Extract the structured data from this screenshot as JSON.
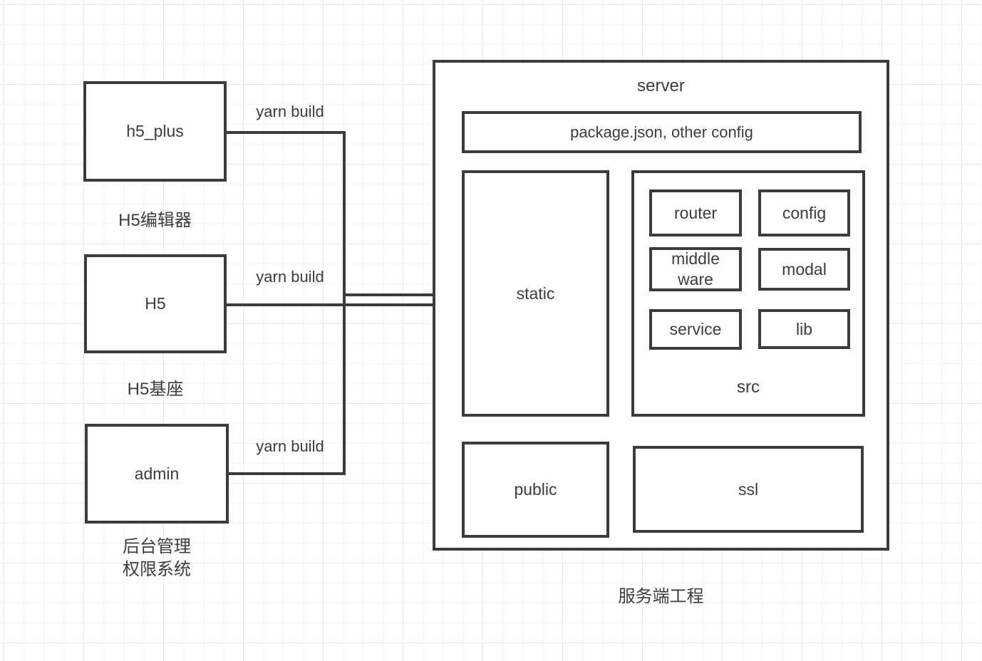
{
  "diagram": {
    "clients": [
      {
        "label": "h5_plus",
        "caption": "H5编辑器",
        "edge_label": "yarn build"
      },
      {
        "label": "H5",
        "caption": "H5基座",
        "edge_label": "yarn build"
      },
      {
        "label": "admin",
        "caption": "后台管理\n权限系统",
        "edge_label": "yarn build"
      }
    ],
    "server": {
      "title": "server",
      "config_box_label": "package.json, other config",
      "static_label": "static",
      "src": {
        "label": "src",
        "items": {
          "router": "router",
          "config": "config",
          "middleware": "middle\nware",
          "modal": "modal",
          "service": "service",
          "lib": "lib"
        }
      },
      "public_label": "public",
      "ssl_label": "ssl",
      "caption": "服务端工程"
    },
    "colors": {
      "stroke": "#3b3b3b",
      "text": "#3c3c3c",
      "background": "#ffffff",
      "grid_minor": "#f3f3f3",
      "grid_major": "#e8e8e8"
    }
  }
}
